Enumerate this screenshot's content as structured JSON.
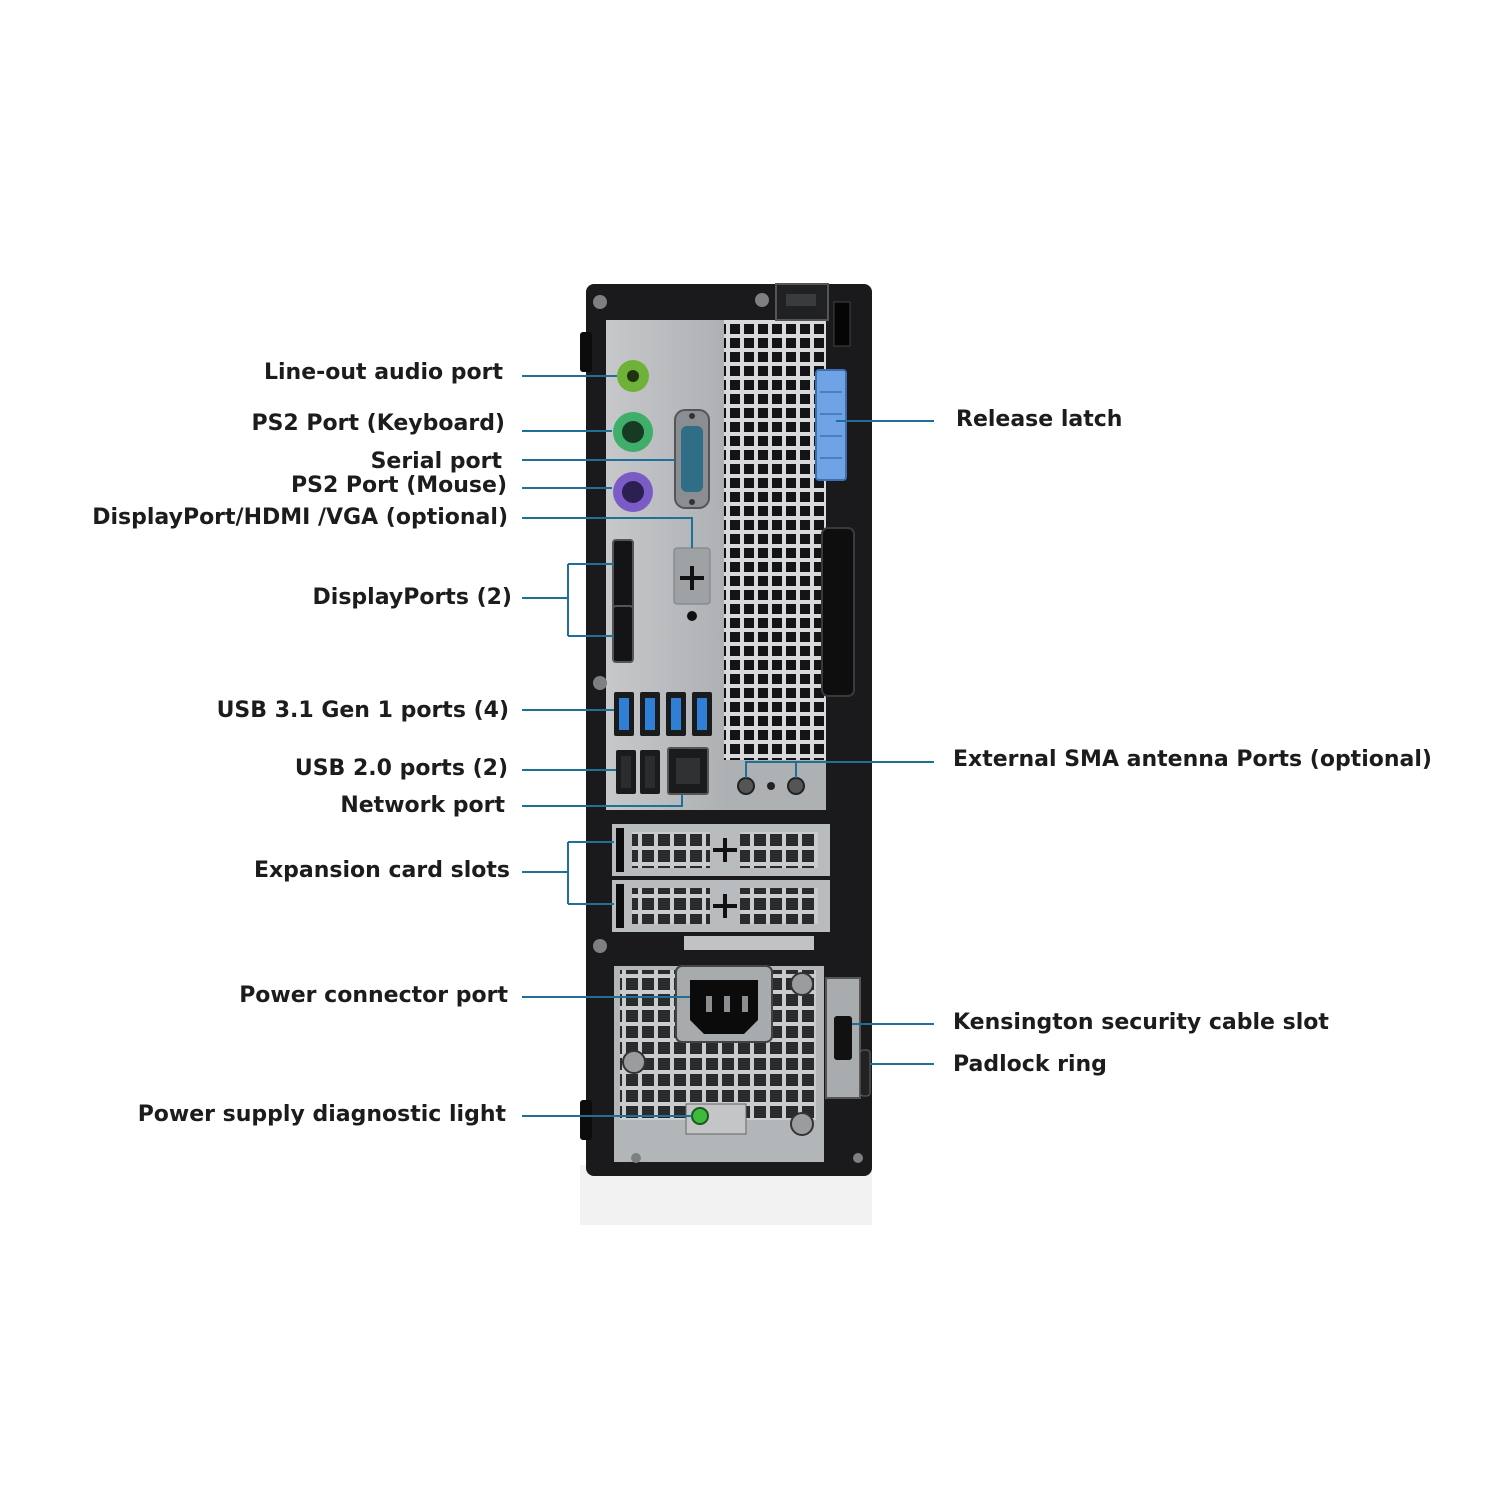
{
  "colors": {
    "leader": "#1f6f96",
    "chassis": "#1a1a1c",
    "panel": "#b9bcbf",
    "usb3": "#2f7fd6",
    "latch": "#6fa3e6",
    "audio": "#6fb23a",
    "ps2_keyboard": "#3fae6a",
    "ps2_mouse": "#7b5cc7",
    "led": "#3dbb3d"
  },
  "labels_left": [
    {
      "id": "line-out",
      "text": "Line-out audio port"
    },
    {
      "id": "ps2-keyboard",
      "text": "PS2 Port (Keyboard)"
    },
    {
      "id": "serial",
      "text": "Serial port"
    },
    {
      "id": "ps2-mouse",
      "text": "PS2 Port (Mouse)"
    },
    {
      "id": "video-optional",
      "text": "DisplayPort/HDMI /VGA (optional)"
    },
    {
      "id": "displayports",
      "text": "DisplayPorts (2)"
    },
    {
      "id": "usb31",
      "text": "USB 3.1 Gen 1 ports (4)"
    },
    {
      "id": "usb20",
      "text": "USB 2.0 ports (2)"
    },
    {
      "id": "network",
      "text": "Network port"
    },
    {
      "id": "expansion",
      "text": "Expansion card slots"
    },
    {
      "id": "power-connector",
      "text": "Power connector port"
    },
    {
      "id": "psu-light",
      "text": "Power supply diagnostic light"
    }
  ],
  "labels_right": [
    {
      "id": "release-latch",
      "text": "Release latch"
    },
    {
      "id": "sma",
      "text": "External SMA antenna Ports (optional)"
    },
    {
      "id": "kensington",
      "text": "Kensington security cable slot"
    },
    {
      "id": "padlock",
      "text": "Padlock ring"
    }
  ]
}
